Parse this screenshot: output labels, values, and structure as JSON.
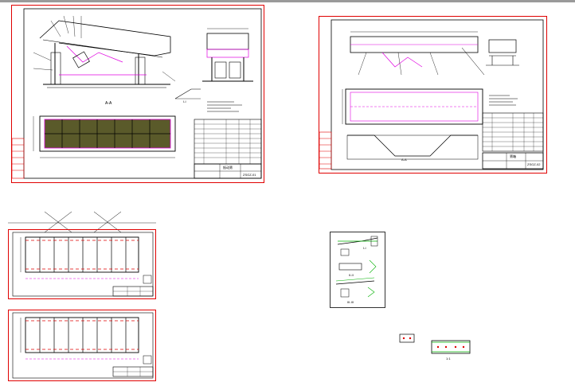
{
  "colors": {
    "border": "#e00000",
    "line": "#000000",
    "magenta": "#e000e0",
    "panel": "#5a5a2a",
    "green": "#00b000",
    "grey": "#9a9a9a"
  },
  "sheet1": {
    "view_label": "A-A",
    "section_label": "I-I",
    "title_cell": "振动筛",
    "drawing_no": "ZSGZ-01"
  },
  "sheet2": {
    "view_label": "A-A",
    "title_cell": "筛箱",
    "drawing_no": "ZSGZ-02"
  },
  "sheet5": {
    "label_top": "I-I",
    "label_mid": "II-II",
    "label_bottom": "III-III"
  },
  "small_part": {
    "caption": "1:1"
  }
}
